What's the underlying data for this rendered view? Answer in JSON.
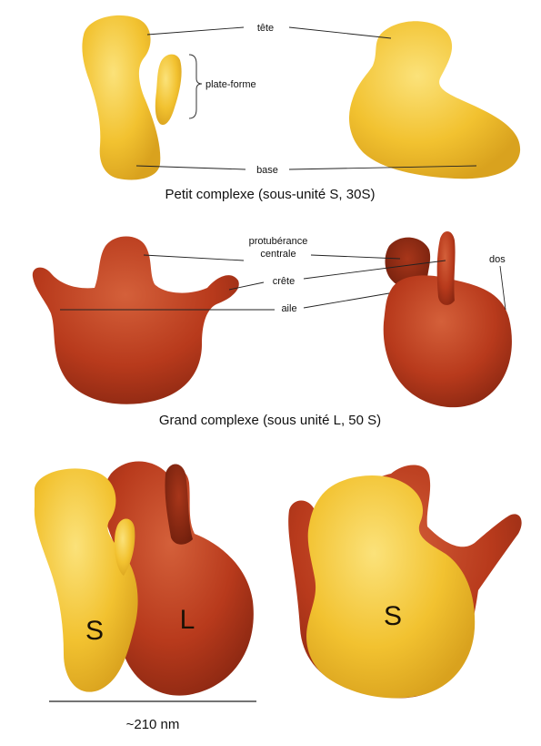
{
  "colors": {
    "small_subunit": "#F2C230",
    "small_subunit_light": "#F8DC6A",
    "small_subunit_dark": "#D9A21E",
    "large_subunit": "#B83A1C",
    "large_subunit_dark": "#8C2812",
    "large_subunit_light": "#D4603A",
    "background": "#FFFFFF"
  },
  "small": {
    "labels": {
      "head": "tête",
      "platform": "plate-forme",
      "base": "base"
    },
    "caption": "Petit complexe (sous-unité S, 30S)"
  },
  "large": {
    "labels": {
      "central_protuberance": "protubérance\ncentrale",
      "central_protuberance_line1": "protubérance",
      "central_protuberance_line2": "centrale",
      "ridge": "crête",
      "wing": "aile",
      "back": "dos"
    },
    "caption": "Grand complexe (sous unité L, 50 S)"
  },
  "assembled": {
    "left_S": "S",
    "left_L": "L",
    "right_S": "S"
  },
  "scale": {
    "label": "~210 nm"
  }
}
